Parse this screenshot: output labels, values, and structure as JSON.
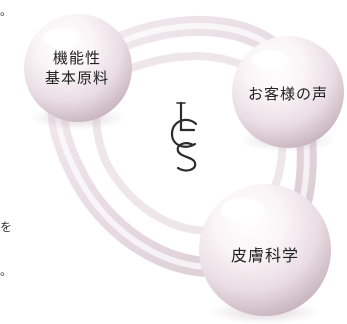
{
  "edge_text": {
    "top_left": "。",
    "mid_left": "を",
    "bottom_left": "。"
  },
  "spheres": {
    "functional_ingredients": {
      "line1": "機能性",
      "line2": "基本原料"
    },
    "customer_voice": {
      "label": "お客様の声"
    },
    "skin_science": {
      "label": "皮膚科学"
    }
  },
  "logo": {
    "letters": "LCS"
  },
  "colors": {
    "ring": "#e9dde3",
    "sphere_light": "#ffffff",
    "sphere_mid": "#f1e6eb",
    "sphere_dark": "#cbb7c1",
    "logo": "#2b2b2b"
  }
}
